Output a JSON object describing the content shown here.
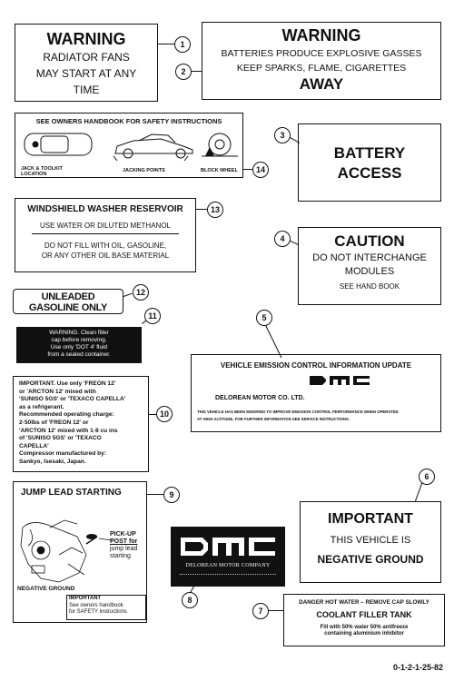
{
  "labels": {
    "l1": {
      "line1": "WARNING",
      "line2": "RADIATOR FANS",
      "line3": "MAY START AT ANY",
      "line4": "TIME"
    },
    "l2": {
      "line1": "WARNING",
      "line2": "BATTERIES PRODUCE EXPLOSIVE GASSES",
      "line3": "KEEP SPARKS, FLAME, CIGARETTES",
      "line4": "AWAY"
    },
    "l14": {
      "title": "SEE OWNERS HANDBOOK FOR SAFETY INSTRUCTIONS",
      "cap1": "JACK & TOOLKIT",
      "cap1b": "LOCATION",
      "cap2": "JACKING POINTS",
      "cap3": "BLOCK WHEEL"
    },
    "l3": {
      "line1": "BATTERY",
      "line2": "ACCESS"
    },
    "l13": {
      "line1": "WINDSHIELD WASHER RESERVOIR",
      "line2": "USE WATER OR DILUTED METHANOL",
      "line3": "DO NOT FILL WITH OIL, GASOLINE,",
      "line4": "OR ANY OTHER OIL BASE MATERIAL"
    },
    "l4": {
      "line1": "CAUTION",
      "line2": "DO NOT INTERCHANGE",
      "line3": "MODULES",
      "line4": "SEE HAND BOOK"
    },
    "l12": {
      "line1": "UNLEADED",
      "line2": "GASOLINE  ONLY"
    },
    "l11": {
      "line1": "WARNING.  Clean  filler",
      "line2": "cap  before  removing.",
      "line3": "Use  only  'DOT  4'  fluid",
      "line4": "from  a  sealed  container."
    },
    "l5": {
      "title": "VEHICLE EMISSION CONTROL INFORMATION UPDATE",
      "logo": "DMC",
      "company": "DELOREAN MOTOR CO. LTD.",
      "body1": "THIS VEHICLE HAS BEEN MODIFIED TO IMPROVE EMISSION  CONTROL PERFORMANCE WHEN OPERATED",
      "body2": "AT HIGH ALTITUDE.  FOR FURTHER INFORMATION SEE SERVICE INSTRUCTIONS."
    },
    "l10": {
      "line1": "IMPORTANT. Use  only 'FREON  12'",
      "line2": "or  'ARCTON  12'  mixed  with",
      "line3": "'SUNISO  5GS' or 'TEXACO  CAPELLA'",
      "line4": "as  a  refrigerant.",
      "line5": "Recommended  operating  charge:",
      "line6": "2·50lbs  of  'FREON  12'  or",
      "line7": "'ARCTON  12'  mixed  with  1·8 cu ins",
      "line8": "of  'SUNISO  5GS'  or  'TEXACO",
      "line9": "CAPELLA'",
      "line10": "Compressor  manufactured  by:",
      "line11": "Sankyo,  Isesaki,  Japan."
    },
    "l9": {
      "title": "JUMP LEAD STARTING",
      "pickup1": "PICK-UP",
      "pickup2": "POST for",
      "pickup3": "jump lead",
      "pickup4": "starting",
      "neg": "NEGATIVE GROUND",
      "imp1": "IMPORTANT",
      "imp2": "See owners handbook",
      "imp3": "for SAFETY instructions"
    },
    "l8": {
      "logo": "DMC",
      "company": "DELOREAN  MOTOR  COMPANY"
    },
    "l6": {
      "line1": "IMPORTANT",
      "line2": "THIS VEHICLE IS",
      "line3": "NEGATIVE GROUND"
    },
    "l7": {
      "line1": "DANGER  HOT  WATER – REMOVE  CAP  SLOWLY",
      "line2": "COOLANT  FILLER  TANK",
      "line3": "Fill  with  50%  water  50%  antifreeze",
      "line4": "containing  aluminium  inhibitor"
    }
  },
  "callouts": [
    "1",
    "2",
    "3",
    "4",
    "5",
    "6",
    "7",
    "8",
    "9",
    "10",
    "11",
    "12",
    "13",
    "14"
  ],
  "figure_code": "0-1-2-1-25-82"
}
